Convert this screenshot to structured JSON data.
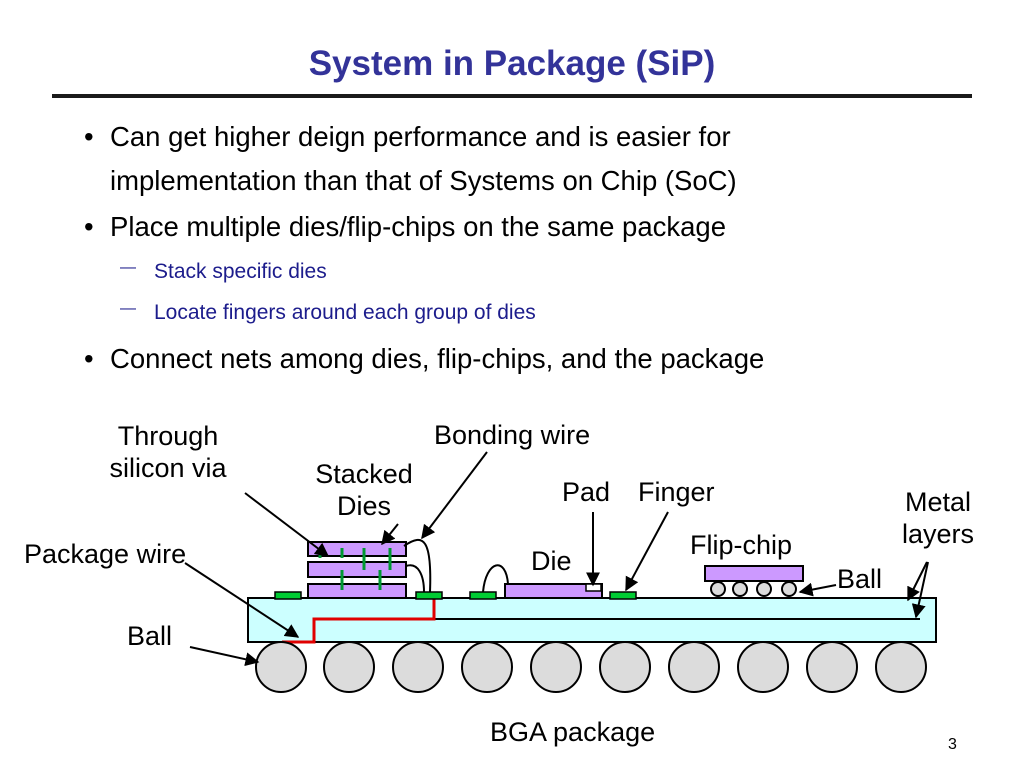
{
  "slide": {
    "title": "System in Package (SiP)",
    "page_number": "3"
  },
  "bullets": [
    {
      "line1": "Can get higher deign performance and is easier for",
      "line2": "implementation than that of Systems on Chip (SoC)"
    },
    {
      "line1": "Place multiple dies/flip-chips on the same package"
    },
    {
      "line1": "Connect nets among dies, flip-chips, and the package"
    }
  ],
  "sub_bullets": [
    "Stack specific dies",
    "Locate fingers around each group of dies"
  ],
  "diagram": {
    "labels": {
      "through_line1": "Through",
      "through_line2": "silicon via",
      "stacked_line1": "Stacked",
      "stacked_line2": "Dies",
      "bonding_wire": "Bonding wire",
      "pad": "Pad",
      "finger": "Finger",
      "metal_line1": "Metal",
      "metal_line2": "layers",
      "package_wire": "Package wire",
      "die": "Die",
      "flip_chip": "Flip-chip",
      "ball_right": "Ball",
      "ball_left": "Ball",
      "bga_package": "BGA package"
    },
    "colors": {
      "substrate": "#ccffff",
      "die": "#cc99ff",
      "finger": "#00cc33",
      "tsv": "#009933",
      "package_wire": "#e00000",
      "ball": "#dcdcdc"
    }
  }
}
